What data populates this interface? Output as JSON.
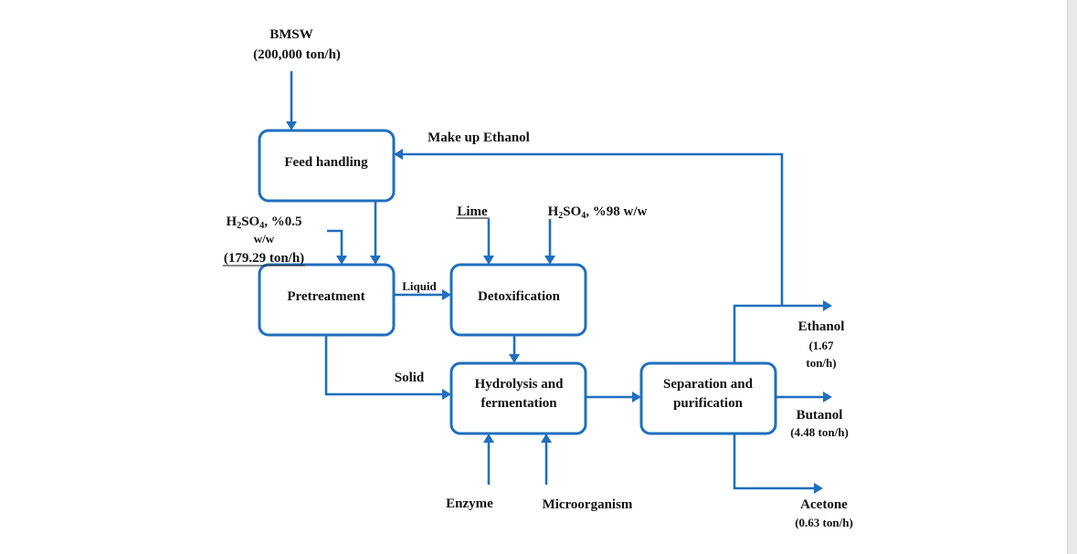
{
  "diagram": {
    "colors": {
      "flow": "#1f6fbe",
      "box_border": "#1f6fbe",
      "text": "#111111",
      "background": "#ffffff"
    },
    "feed": {
      "name": "BMSW",
      "rate": "(200,000 ton/h)"
    },
    "boxes": {
      "feed_handling": "Feed handling",
      "pretreatment": "Pretreatment",
      "detoxification": "Detoxification",
      "hydrolysis_line1": "Hydrolysis and",
      "hydrolysis_line2": "fermentation",
      "separation_line1": "Separation and",
      "separation_line2": "purification"
    },
    "streams": {
      "make_up": "Make up Ethanol",
      "acid_dilute": {
        "line2": "w/w",
        "line3": "(179.29 ton/h)"
      },
      "liquid": "Liquid",
      "solid": "Solid",
      "lime": "Lime",
      "enzyme": "Enzyme",
      "microorganism": "Microorganism"
    },
    "products": {
      "ethanol": {
        "name": "Ethanol",
        "line2": "(1.67",
        "line3": "ton/h)"
      },
      "butanol": {
        "name": "Butanol",
        "rate": "(4.48 ton/h)"
      },
      "acetone": {
        "name": "Acetone",
        "rate": "(0.63 ton/h)"
      }
    }
  }
}
